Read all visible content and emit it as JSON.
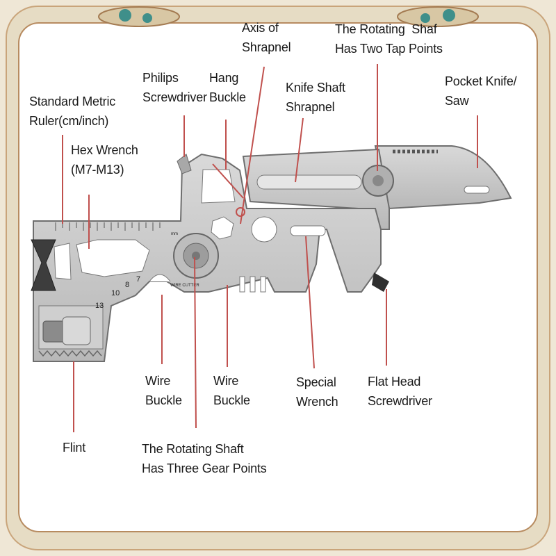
{
  "labels": {
    "axis_of_shrapnel": "Axis of\nShrapnel",
    "rotating_shaft_two": "The Rotating  Shaf\nHas Two Tap Points",
    "philips_screwdriver": "Philips\nScrewdriver",
    "hang_buckle": "Hang\nBuckle",
    "knife_shaft_shrapnel": "Knife Shaft\nShrapnel",
    "pocket_knife_saw": "Pocket Knife/\nSaw",
    "standard_metric_ruler": "Standard Metric\nRuler(cm/inch)",
    "hex_wrench": "Hex Wrench\n(M7-M13)",
    "wire_buckle_1": "Wire\nBuckle",
    "wire_buckle_2": "Wire\nBuckle",
    "special_wrench": "Special\nWrench",
    "flat_head_screwdriver": "Flat Head\nScrewdriver",
    "flint": "Flint",
    "rotating_shaft_three": "The Rotating Shaft\nHas Three Gear Points"
  },
  "tool_markings": {
    "size_13": "13",
    "size_10": "10",
    "size_8": "8",
    "size_7": "7",
    "wire_cutter": "WIRE CUTTER",
    "ruler_unit": "mm"
  },
  "colors": {
    "leader_line": "#c0504d",
    "steel_fill": "#c9c9c9",
    "steel_stroke": "#6e6e6e",
    "frame_border": "#b78b60"
  }
}
